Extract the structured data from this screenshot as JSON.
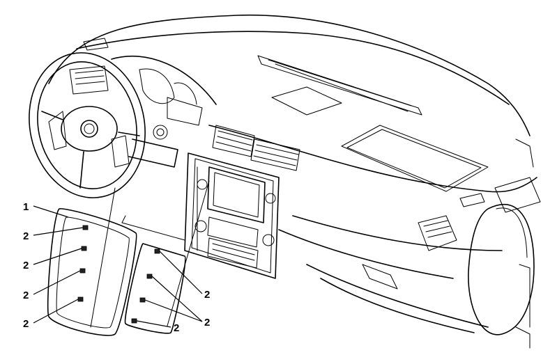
{
  "callouts": {
    "c1": "1",
    "c2a": "2",
    "c2b": "2",
    "c2c": "2",
    "c2d": "2",
    "c2e": "2",
    "c2f": "2",
    "c2g": "2"
  },
  "colors": {
    "line": "#000000",
    "background": "#ffffff"
  }
}
